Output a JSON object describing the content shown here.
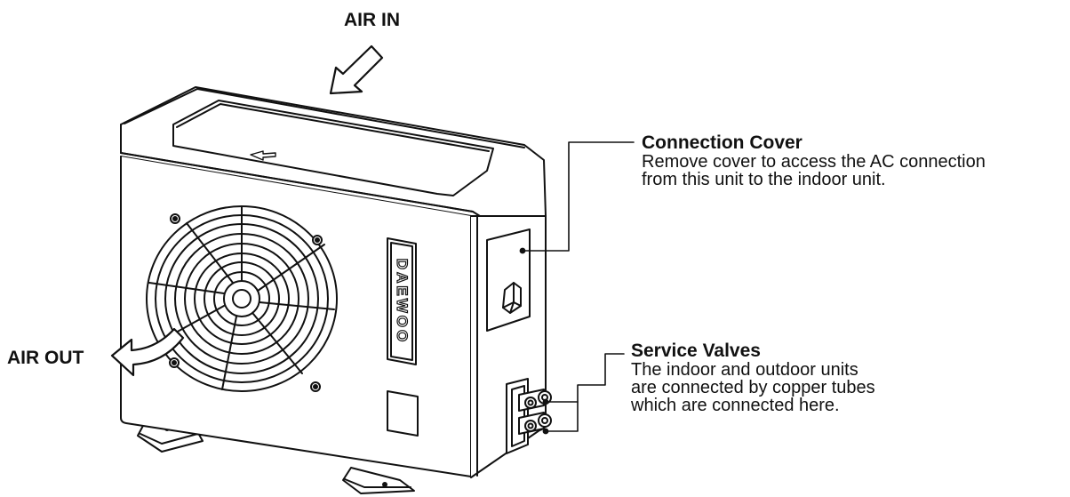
{
  "labels": {
    "air_in": "AIR IN",
    "air_out": "AIR OUT"
  },
  "brand": "DAEWOO",
  "callouts": {
    "connection_cover": {
      "title": "Connection Cover",
      "description": [
        "Remove cover to access the AC connection",
        "from this unit to the indoor unit."
      ]
    },
    "service_valves": {
      "title": "Service Valves",
      "description": [
        "The indoor and outdoor units",
        "are connected by copper tubes",
        "which are connected here."
      ]
    }
  },
  "colors": {
    "line": "#111111",
    "background": "#ffffff"
  }
}
